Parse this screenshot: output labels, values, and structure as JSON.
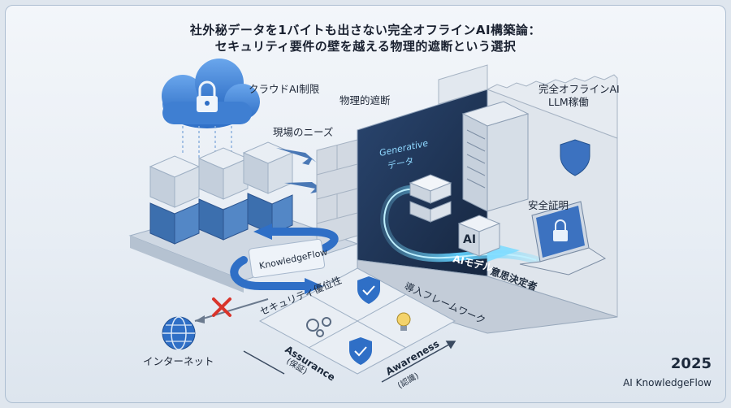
{
  "title": {
    "line1": "社外秘データを1バイトも出さない完全オフラインAI構築論：",
    "line2": "セキュリティ要件の壁を越える物理的遮断という選択"
  },
  "labels": {
    "cloud_ai_limit": "クラウドAI制限",
    "physical_block": "物理的遮断",
    "field_needs": "現場のニーズ",
    "offline_ai": "完全オフラインAI",
    "llm_running": "LLM稼働",
    "generative": "Generative",
    "data": "データ",
    "security_cert": "安全証明",
    "ai_chip": "AI",
    "ai_model": "AIモデル",
    "decision_maker": "意思決定者",
    "knowledgeflow": "KnowledgeFlow",
    "security_priority": "セキュリティ優位性",
    "framework": "導入フレームワーク",
    "assurance": "Assurance",
    "assurance_jp": "(保証)",
    "awareness": "Awareness",
    "awareness_jp": "(認識)",
    "internet": "インターネット"
  },
  "footer": {
    "year": "2025",
    "brand": "AI KnowledgeFlow"
  },
  "colors": {
    "accent_blue": "#3b7dd8",
    "glow_cyan": "#5fd0ff",
    "wall_gray": "#c9d2dd",
    "dark_room": "#1f3250",
    "block_red": "#d9342b"
  }
}
